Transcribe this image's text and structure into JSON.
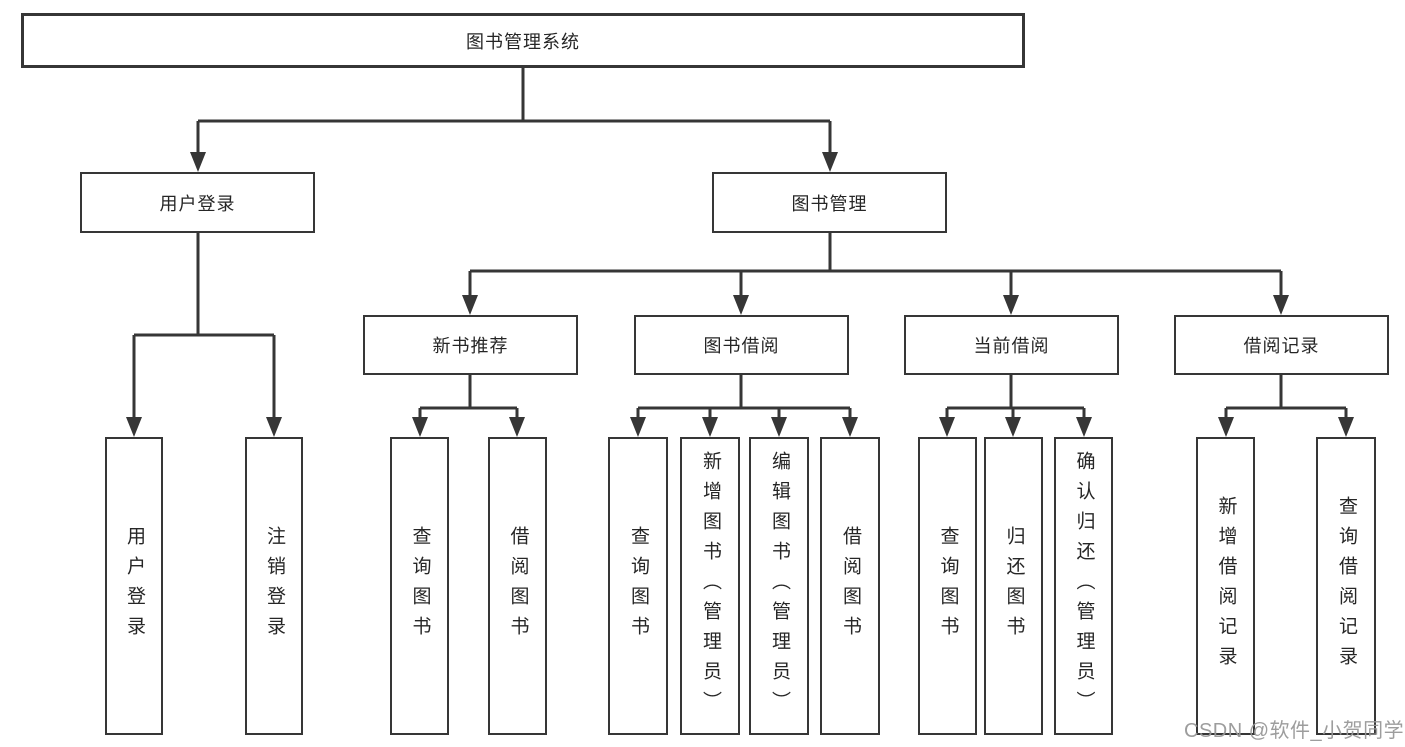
{
  "title": {
    "label": "图书管理系统"
  },
  "level2": {
    "user_login": "用户登录",
    "book_mgmt": "图书管理"
  },
  "level3": {
    "new_books": "新书推荐",
    "borrowing": "图书借阅",
    "current": "当前借阅",
    "records": "借阅记录"
  },
  "leaves": {
    "user_login": [
      "用户登录",
      "注销登录"
    ],
    "new_books": [
      "查询图书",
      "借阅图书"
    ],
    "borrowing": [
      "查询图书",
      "新增图书（管理员）",
      "编辑图书（管理员）",
      "借阅图书"
    ],
    "current": [
      "查询图书",
      "归还图书",
      "确认归还（管理员）"
    ],
    "records": [
      "新增借阅记录",
      "查询借阅记录"
    ]
  },
  "watermark": "CSDN @软件_小贺同学",
  "colors": {
    "line": "#363636",
    "border": "#363636",
    "text": "#262626",
    "watermark": "#989898"
  }
}
